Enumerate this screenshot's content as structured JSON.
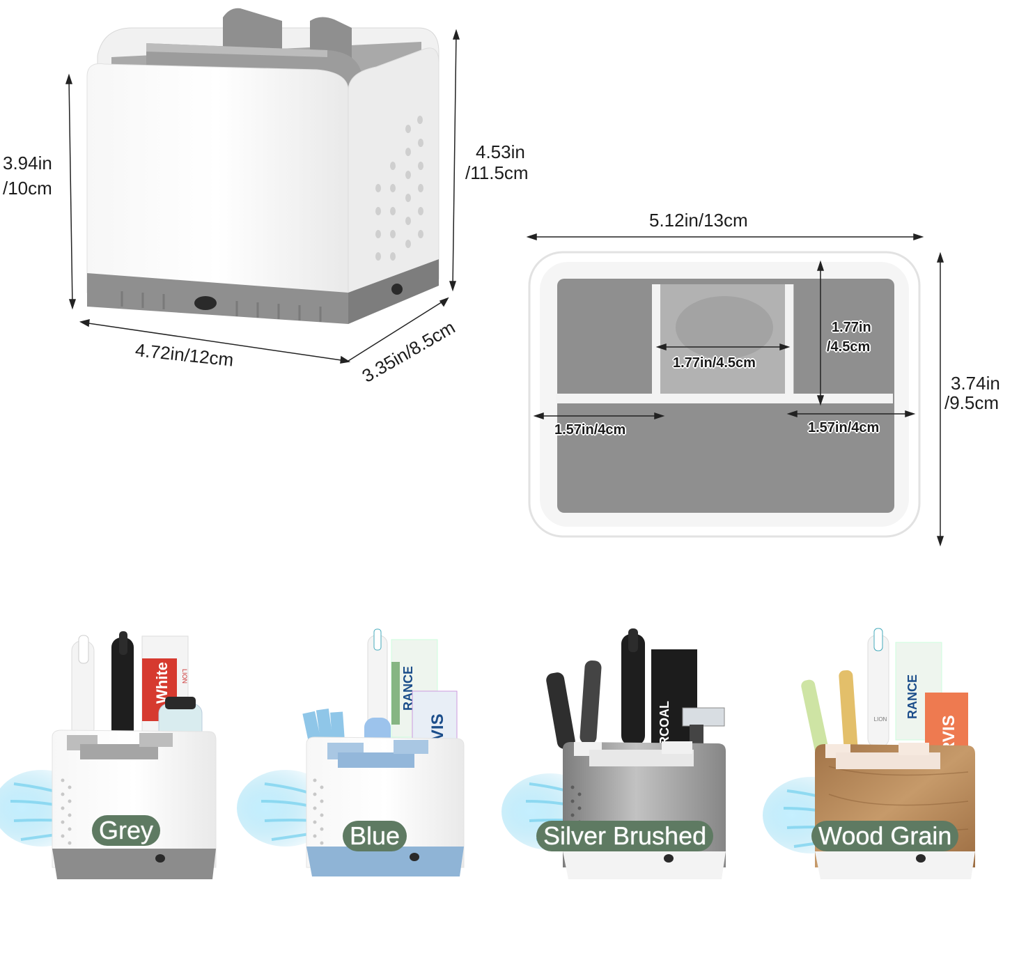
{
  "dimensions": {
    "front_height": [
      "3.94in",
      "/10cm"
    ],
    "back_height": [
      "4.53in",
      "/11.5cm"
    ],
    "front_width": "4.72in/12cm",
    "side_depth": "3.35in/8.5cm",
    "top_width": "5.12in/13cm",
    "top_depth": [
      "3.74in",
      "/9.5cm"
    ],
    "inner_depth": [
      "1.77in",
      "/4.5cm"
    ],
    "inner_width": "1.77in/4.5cm",
    "left_compartment": "1.57in/4cm",
    "right_compartment": "1.57in/4cm"
  },
  "variants": [
    {
      "label": "Grey"
    },
    {
      "label": "Blue"
    },
    {
      "label": "Silver Brushed"
    },
    {
      "label": "Wood Grain"
    }
  ],
  "product_text": {
    "tube_grey": "White",
    "tube_grey_brand": "LION",
    "tube_blue": "RVIS",
    "tube_blue_brand": "RANCE",
    "tube_silver": "RCOAL",
    "tube_wood": "RVIS",
    "tube_wood_brand": "RANCE",
    "brand_small": "LION"
  },
  "colors": {
    "grey_body": "#8a8a8a",
    "grey_light": "#bdbdbd",
    "blue_accent": "#9cbcdc",
    "silver": "#9a9a9a",
    "wood": "#b08556",
    "label_bg": "#5e7a62",
    "airflow": "#7fd4ef"
  },
  "icons": [
    "airflow-icon",
    "vent-holes-icon",
    "drain-hole-icon"
  ]
}
